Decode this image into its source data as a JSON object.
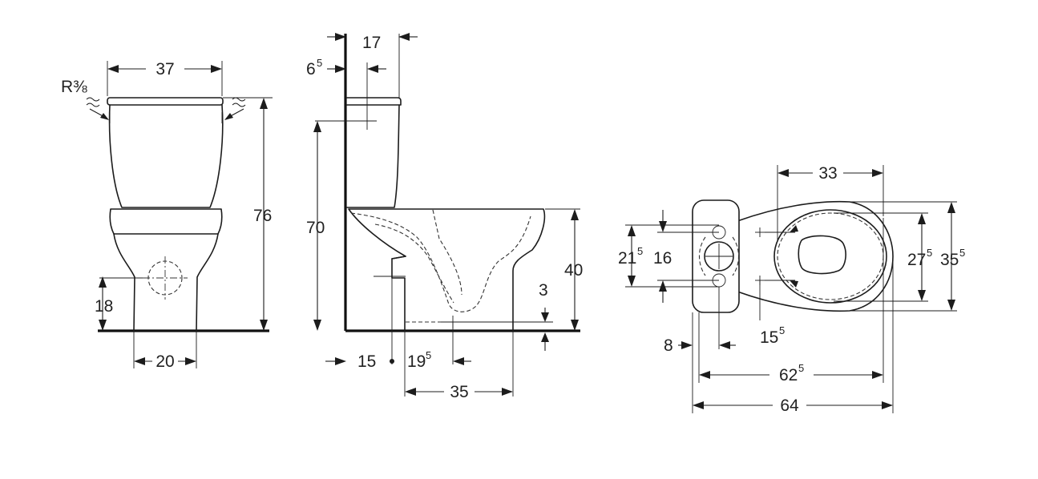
{
  "front_view": {
    "width_label": "37",
    "thread_label": "R⅜",
    "height_label": "76",
    "outlet_height_label": "18",
    "base_width_label": "20"
  },
  "side_view": {
    "inlet_offset_label": "17",
    "wall_gap_main": "6",
    "wall_gap_sup": "5",
    "inlet_height_label": "70",
    "bowl_height_label": "40",
    "drop_label": "3",
    "outlet_offset_label": "15",
    "fixing_offset_main": "19",
    "fixing_offset_sup": "5",
    "foot_length_label": "35"
  },
  "plan_view": {
    "seat_width_label": "33",
    "fixing_span_main": "21",
    "fixing_span_sup": "5",
    "hole_span_label": "16",
    "bowl_width_main": "27",
    "bowl_width_sup": "5",
    "overall_width_main": "35",
    "overall_width_sup": "5",
    "wall_gap_label": "8",
    "fixing_depth_main": "15",
    "fixing_depth_sup": "5",
    "bowl_length_main": "62",
    "bowl_length_sup": "5",
    "overall_length_label": "64"
  }
}
